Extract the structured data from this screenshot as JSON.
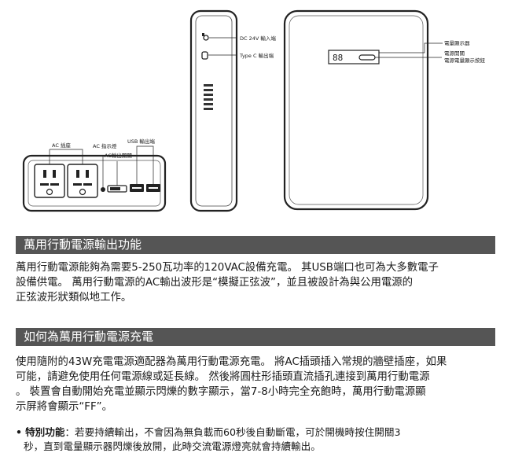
{
  "diagram": {
    "labels": {
      "dc_input": "DC 24V 輸入端",
      "typec_output": "Type C 輸出端",
      "display": "電量顯示器",
      "power_switch": "電源開關",
      "power_display_button": "電源電量顯示按鈕",
      "ac_socket": "AC 插座",
      "ac_indicator": "AC 指示燈",
      "ac_output_switch": "AC輸出開關",
      "usb_output": "USB 輸出端",
      "display_readout": "88"
    }
  },
  "sections": [
    {
      "title": "萬用行動電源輸出功能",
      "lines": [
        "萬用行動電源能夠為需要5-250瓦功率的120VAC設備充電。 其USB端口也可為大多數電子",
        "設備供電。 萬用行動電源的AC輸出波形是“模擬正弦波”，並且被設計為與公用電源的",
        "正弦波形狀類似地工作。"
      ]
    },
    {
      "title": "如何為萬用行動電源充電",
      "lines": [
        "使用隨附的43W充電電源適配器為萬用行動電源充電。 將AC插頭插入常規的牆壁插座，如果",
        "可能，請避免使用任何電源線或延長線。 然後將圓柱形插頭直流插孔連接到萬用行動電源",
        "。 裝置會自動開始充電並顯示閃爍的數字顯示，當7-8小時完全充飽時，萬用行動電源顯",
        "示屏將會顯示“FF”。"
      ]
    }
  ],
  "note": {
    "bullet": "•",
    "label": "特別功能",
    "line1": "：若要持續輸出，不會因為無負載而60秒後自動斷電，可於開機時按住開關3",
    "line2": "秒，直到電量顯示器閃爍後放開，此時交流電源燈亮就會持續輸出。"
  }
}
